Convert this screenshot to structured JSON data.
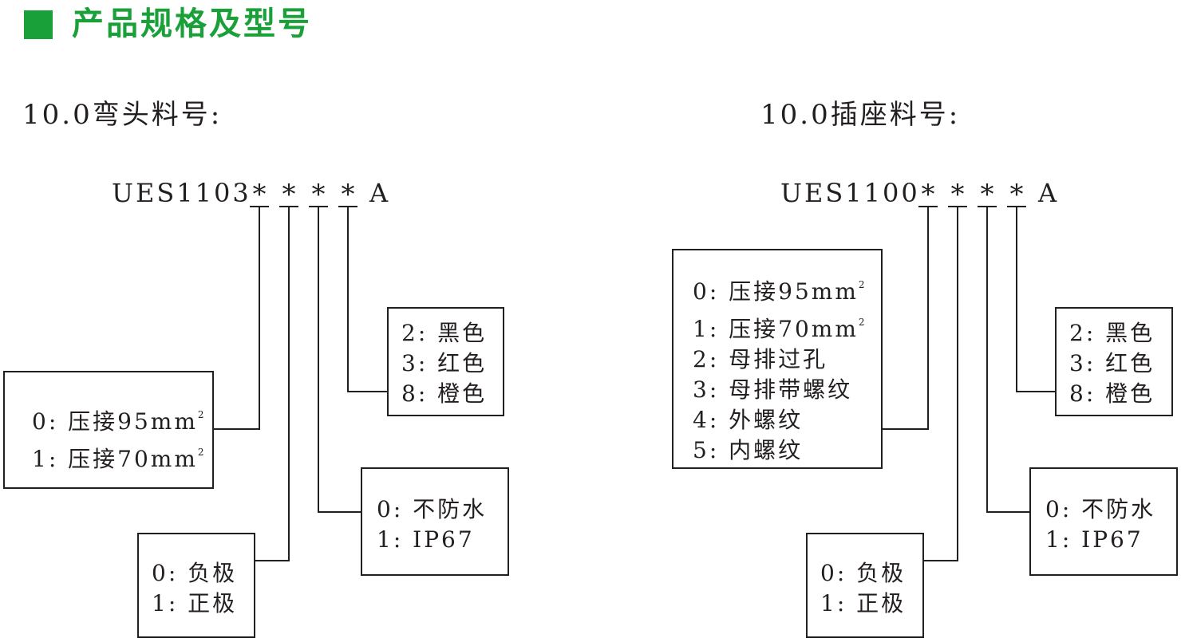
{
  "header": {
    "title": "产品规格及型号",
    "accent_color": "#1aa038"
  },
  "left": {
    "section_title": "10.0弯头料号:",
    "code_prefix": "UES1103",
    "wildcard": "*",
    "code_suffix": "A",
    "boxes": {
      "crimp": [
        {
          "text": "0: 压接95mm",
          "sup": "2"
        },
        {
          "text": "1: 压接70mm",
          "sup": "2"
        }
      ],
      "polarity": [
        {
          "text": "0: 负极"
        },
        {
          "text": "1: 正极"
        }
      ],
      "waterproof": [
        {
          "text": "0: 不防水"
        },
        {
          "text": "1: IP67"
        }
      ],
      "color": [
        {
          "text": "2: 黑色"
        },
        {
          "text": "3: 红色"
        },
        {
          "text": "8: 橙色"
        }
      ]
    }
  },
  "right": {
    "section_title": "10.0插座料号:",
    "code_prefix": "UES1100",
    "wildcard": "*",
    "code_suffix": "A",
    "boxes": {
      "terminal": [
        {
          "text": "0: 压接95mm",
          "sup": "2"
        },
        {
          "text": "1: 压接70mm",
          "sup": "2"
        },
        {
          "text": "2: 母排过孔"
        },
        {
          "text": "3: 母排带螺纹"
        },
        {
          "text": "4: 外螺纹"
        },
        {
          "text": "5: 内螺纹"
        }
      ],
      "polarity": [
        {
          "text": "0: 负极"
        },
        {
          "text": "1: 正极"
        }
      ],
      "waterproof": [
        {
          "text": "0: 不防水"
        },
        {
          "text": "1: IP67"
        }
      ],
      "color": [
        {
          "text": "2: 黑色"
        },
        {
          "text": "3: 红色"
        },
        {
          "text": "8: 橙色"
        }
      ]
    }
  }
}
